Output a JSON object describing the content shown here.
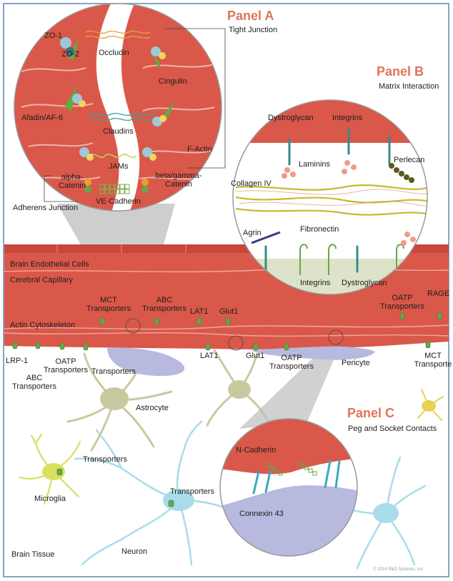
{
  "colors": {
    "vessel": "#d9584a",
    "vessel_dark": "#b8443a",
    "pericyte": "#b8b9de",
    "astrocyte": "#c9c9a0",
    "neuron": "#a9dcea",
    "microglia": "#d8e060",
    "transporter": "#66a84a",
    "lens": "#b8b8b8",
    "accent_text": "#e2735a"
  },
  "panels": {
    "a": {
      "title": "Panel A",
      "subtitle": "Tight Junction",
      "labels": {
        "zo1": "ZO-1",
        "zo2": "ZO-2",
        "occludin": "Occludin",
        "cingulin": "Cingulin",
        "afadin": "Afadin/AF-6",
        "claudins": "Claudins",
        "factin": "F-Actin",
        "jams": "JAMs",
        "alpha_catenin": "alpha-Catenin",
        "beta_gamma_catenin": "beta/gamma-Catenin",
        "ve_cadherin": "VE-Cadherin",
        "adherens": "Adherens Junction"
      }
    },
    "b": {
      "title": "Panel B",
      "subtitle": "Matrix Interaction",
      "labels": {
        "dystroglycan_top": "Dystroglycan",
        "integrins_top": "Integrins",
        "laminins": "Laminins",
        "perlecan": "Perlecan",
        "collagen": "Collagen IV",
        "agrin": "Agrin",
        "fibronectin": "Fibronectin",
        "integrins_bottom": "Integrins",
        "dystroglycan_bottom": "Dystroglycan"
      }
    },
    "c": {
      "title": "Panel C",
      "subtitle": "Peg and Socket Contacts",
      "labels": {
        "ncadherin": "N-Cadherin",
        "connexin": "Connexin 43"
      }
    }
  },
  "vessel_labels": {
    "endothelial": "Brain Endothelial Cells",
    "capillary": "Cerebral Capillary",
    "actin": "Actin Cytoskeleton"
  },
  "transporter_labels": {
    "mct_top": "MCT Transporters",
    "abc_top": "ABC Transporters",
    "lat1_top": "LAT1",
    "glut1_top": "Glut1",
    "oatp_right": "OATP Transporters",
    "rage": "RAGE",
    "lrp1": "LRP-1",
    "abc_bottom": "ABC Transporters",
    "oatp_left": "OATP Transporters",
    "transporters_mid": "Transporters",
    "lat1_bottom": "LAT1",
    "glut1_bottom": "Glut1",
    "oatp_bottom": "OATP Transporters",
    "pericyte": "Pericyte",
    "mct_right": "MCT Transporte"
  },
  "tissue_labels": {
    "astrocyte": "Astrocyte",
    "microglia_transporters": "Transporters",
    "microglia": "Microglia",
    "neuron_transporters": "Transporters",
    "neuron": "Neuron",
    "brain_tissue": "Brain Tissue"
  },
  "copyright": "© 2014 R&D Systems, Inc."
}
